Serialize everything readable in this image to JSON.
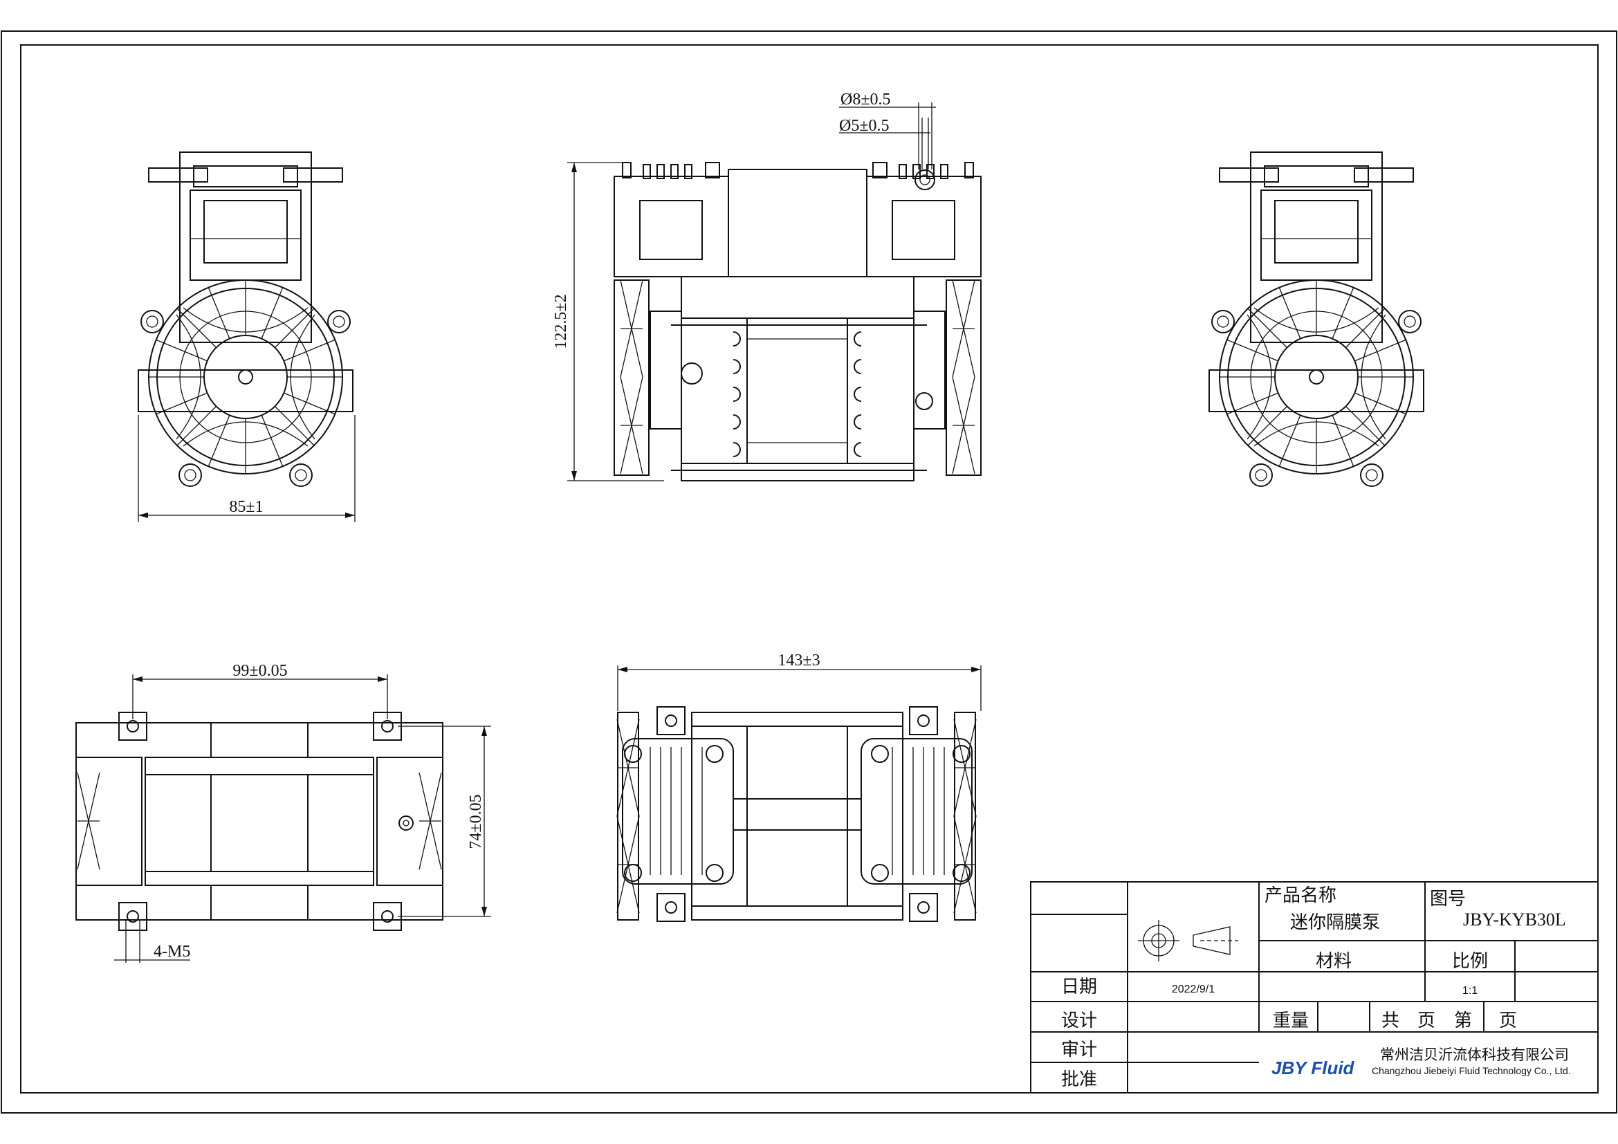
{
  "dimensions": {
    "outlet_outer": "Ø8±0.5",
    "outlet_inner": "Ø5±0.5",
    "height": "122.5±2",
    "width_front": "85±1",
    "hole_spacing": "99±0.05",
    "hole_spacing_v": "74±0.05",
    "mount_holes": "4-M5",
    "length": "143±3"
  },
  "title_block": {
    "product_name_label": "产品名称",
    "product_name": "迷你隔膜泵",
    "drawing_no_label": "图号",
    "drawing_no": "JBY-KYB30L",
    "material_label": "材料",
    "scale_label": "比例",
    "scale": "1:1",
    "date_label": "日期",
    "date": "2022/9/1",
    "design_label": "设计",
    "weight_label": "重量",
    "total_label": "共",
    "page_label": "页",
    "sheet_label": "第",
    "page_label2": "页",
    "review_label": "审计",
    "approve_label": "批准",
    "company_cn": "常州洁贝沂流体科技有限公司",
    "company_en": "Changzhou Jiebeiyi Fluid Technology Co., Ltd.",
    "logo_text": "JBY Fluid"
  }
}
